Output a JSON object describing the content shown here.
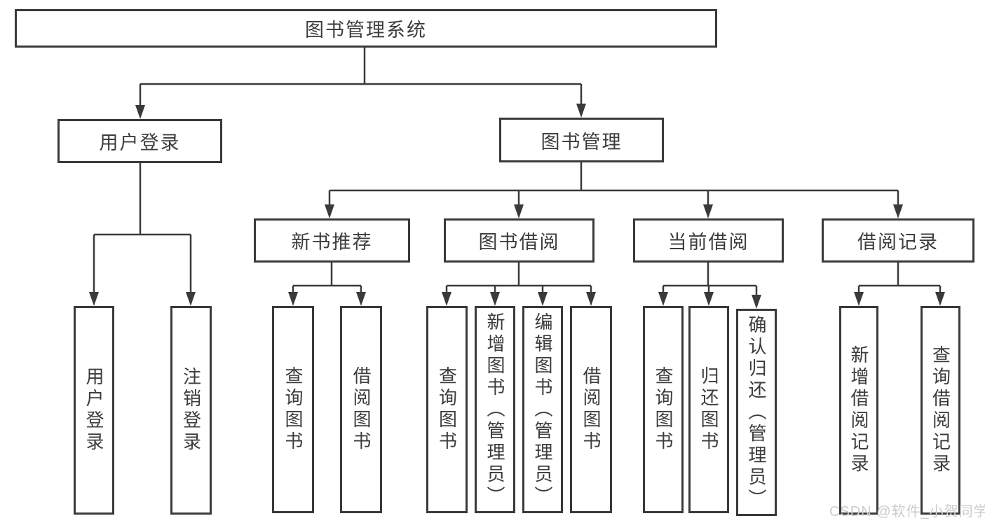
{
  "diagram": {
    "type": "function-structure-tree",
    "colors": {
      "background": "#ffffff",
      "box_border": "#3a3a3a",
      "connector_line": "#3a3a3a",
      "text": "#3c3c3c",
      "watermark_text": "#cccccc"
    },
    "nodes": {
      "root": "图书管理系统",
      "login_branch": "用户登录",
      "book_mgmt": "图书管理",
      "new_book_rec": "新书推荐",
      "book_borrow": "图书借阅",
      "current_borrow": "当前借阅",
      "borrow_records": "借阅记录",
      "user_login": "用户登录",
      "logout": "注销登录",
      "query_books_rec": "查询图书",
      "borrow_books_rec": "借阅图书",
      "query_books_borrow": "查询图书",
      "add_book_admin": "新增图书（管理员）",
      "edit_book_admin": "编辑图书（管理员）",
      "borrow_books_borrow": "借阅图书",
      "query_books_current": "查询图书",
      "return_book": "归还图书",
      "confirm_return_admin": "确认归还（管理员）",
      "add_borrow_record": "新增借阅记录",
      "query_borrow_record": "查询借阅记录"
    },
    "hierarchy": {
      "图书管理系统": {
        "用户登录": [
          "用户登录",
          "注销登录"
        ],
        "图书管理": {
          "新书推荐": [
            "查询图书",
            "借阅图书"
          ],
          "图书借阅": [
            "查询图书",
            "新增图书（管理员）",
            "编辑图书（管理员）",
            "借阅图书"
          ],
          "当前借阅": [
            "查询图书",
            "归还图书",
            "确认归还（管理员）"
          ],
          "借阅记录": [
            "新增借阅记录",
            "查询借阅记录"
          ]
        }
      }
    }
  },
  "watermark": {
    "text": "CSDN @软件_小贺同学"
  }
}
